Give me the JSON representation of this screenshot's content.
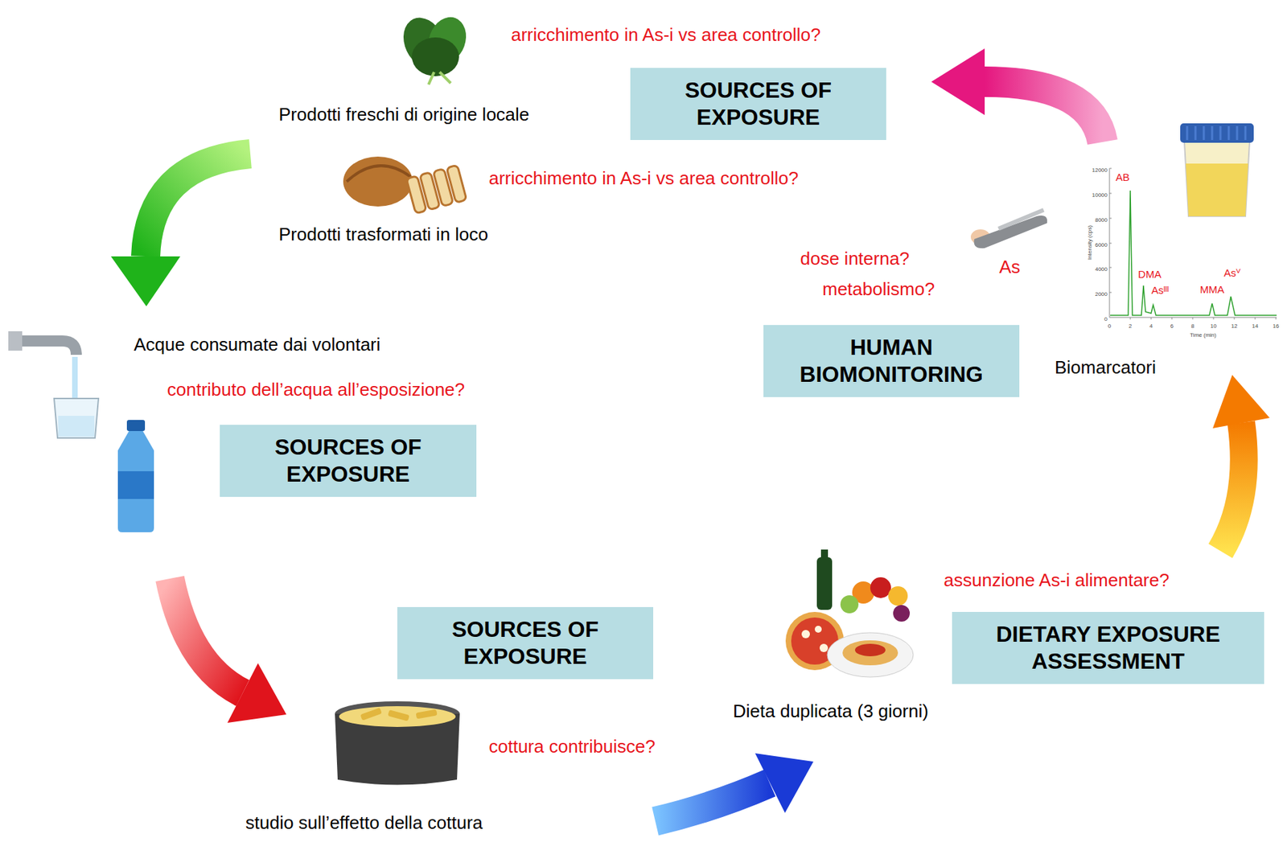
{
  "diagram": {
    "nodes": [
      {
        "text": [
          "SOURCES OF EXPOSURE"
        ]
      },
      {
        "text": [
          "HUMAN BIOMONITORING"
        ]
      },
      {
        "text": [
          "SOURCES OF EXPOSURE"
        ]
      },
      {
        "text": [
          "SOURCES OF EXPOSURE"
        ]
      },
      {
        "text": [
          "DIETARY EXPOSURE ASSESSMENT"
        ]
      }
    ],
    "labels": [
      "arricchimento in As-i vs area controllo?",
      "Prodotti freschi di origine locale",
      "arricchimento in As-i vs area controllo?",
      "Prodotti trasformati in loco",
      "dose interna?",
      "As",
      "metabolismo?",
      "Biomarcatori",
      "Acque consumate dai volontari",
      "contributo dell’acqua all’esposizione?",
      "assunzione As-i alimentare?",
      "Dieta duplicata (3 giorni)",
      "cottura contribuisce?",
      "studio sull’effetto della cottura",
      "AB",
      "DMA",
      "Asᴵᴵᴵ",
      "MMA",
      "Asⱽ",
      "12000",
      "10000",
      "8000",
      "6000",
      "4000",
      "2000",
      "0",
      "0",
      "2",
      "4",
      "6",
      "8",
      "10",
      "12",
      "14",
      "16",
      "Intensity (cps)",
      "Time (min)"
    ]
  }
}
